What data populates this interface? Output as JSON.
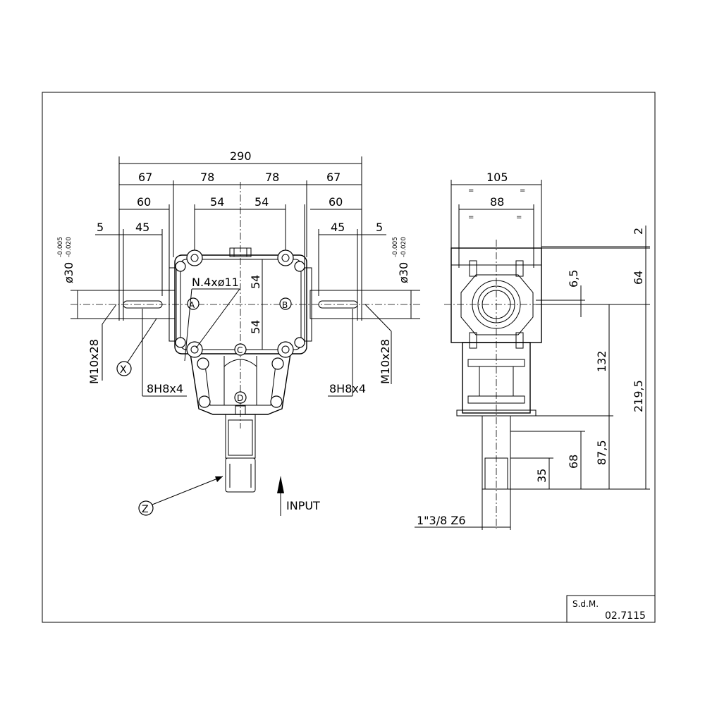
{
  "front_view": {
    "dims": {
      "overall": "290",
      "left_shaft": "67",
      "left_half": "78",
      "right_half": "78",
      "right_shaft": "67",
      "left_60": "60",
      "left_54": "54",
      "right_54": "54",
      "right_60": "60",
      "left_5": "5",
      "left_45": "45",
      "right_45": "45",
      "right_5": "5",
      "vert_54_top": "54",
      "vert_54_bottom": "54"
    },
    "left_diameter": "ø30",
    "left_tol_upper": "-0.005",
    "left_tol_lower": "-0.020",
    "right_diameter": "ø30",
    "right_tol_upper": "-0.005",
    "right_tol_lower": "-0.020",
    "holes_note": "N.4xø11",
    "left_thread": "M10x28",
    "right_thread": "M10x28",
    "left_key": "8H8x4",
    "right_key": "8H8x4",
    "callout_x": "X",
    "callout_z": "Z",
    "port_a": "A",
    "port_b": "B",
    "port_c": "C",
    "port_d": "D",
    "input_label": "INPUT"
  },
  "side_view": {
    "dims": {
      "width_105": "105",
      "width_88": "88",
      "top_2": "2",
      "top_64": "64",
      "key_65": "6,5",
      "height_132": "132",
      "height_2195": "219,5",
      "height_875": "87,5",
      "height_68": "68",
      "height_35": "35"
    },
    "spline": "1\"3/8  Z6"
  },
  "title_block": {
    "company": "S.d.M.",
    "code": "02.7115"
  }
}
